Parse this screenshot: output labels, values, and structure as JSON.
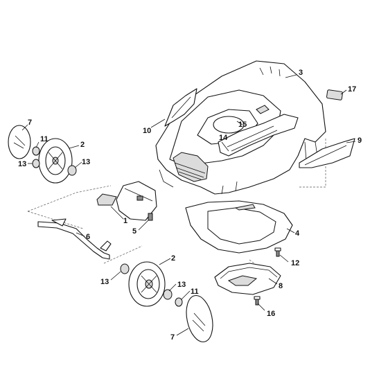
{
  "callouts": {
    "c1": "1",
    "c2a": "2",
    "c2b": "2",
    "c3": "3",
    "c4": "4",
    "c5": "5",
    "c6": "6",
    "c7a": "7",
    "c7b": "7",
    "c8": "8",
    "c9": "9",
    "c10": "10",
    "c11a": "11",
    "c11b": "11",
    "c12": "12",
    "c13a": "13",
    "c13b": "13",
    "c13c": "13",
    "c13d": "13",
    "c14": "14",
    "c15": "15",
    "c16": "16",
    "c17": "17"
  },
  "colors": {
    "line": "#111111",
    "fill": "#ffffff",
    "shade": "#dcdcdc",
    "dark": "#8c8c8c"
  }
}
